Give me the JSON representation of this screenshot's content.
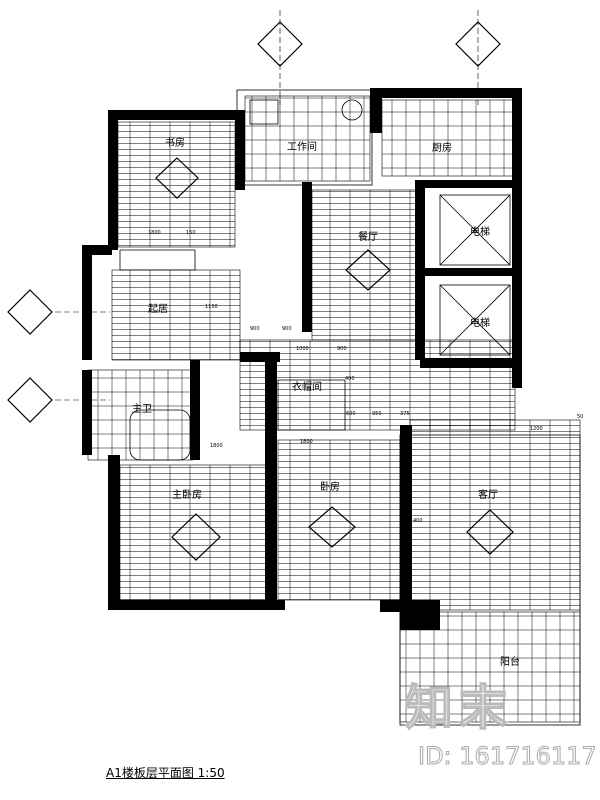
{
  "drawing": {
    "title": "A1楼板层平面图 1:50",
    "rooms": [
      {
        "id": "study",
        "label": "书房"
      },
      {
        "id": "work",
        "label": "工作间"
      },
      {
        "id": "kitchen",
        "label": "厨房"
      },
      {
        "id": "dining",
        "label": "餐厅"
      },
      {
        "id": "elevator1",
        "label": "电梯"
      },
      {
        "id": "elevator2",
        "label": "电梯"
      },
      {
        "id": "living-upper",
        "label": "起居"
      },
      {
        "id": "closet",
        "label": "衣帽间"
      },
      {
        "id": "bath",
        "label": "主卫"
      },
      {
        "id": "master",
        "label": "主卧房"
      },
      {
        "id": "bedroom",
        "label": "卧房"
      },
      {
        "id": "living",
        "label": "客厅"
      },
      {
        "id": "balcony",
        "label": "阳台"
      }
    ],
    "dimensions": [
      "1800",
      "150",
      "900",
      "900",
      "1150",
      "1000",
      "900",
      "400",
      "600",
      "950",
      "375",
      "1800",
      "1800",
      "400",
      "50",
      "1200"
    ]
  },
  "watermark": {
    "brand": "知末",
    "id": "ID: 161716117"
  },
  "colors": {
    "wall": "#000000",
    "line": "#000000",
    "background": "#ffffff"
  }
}
